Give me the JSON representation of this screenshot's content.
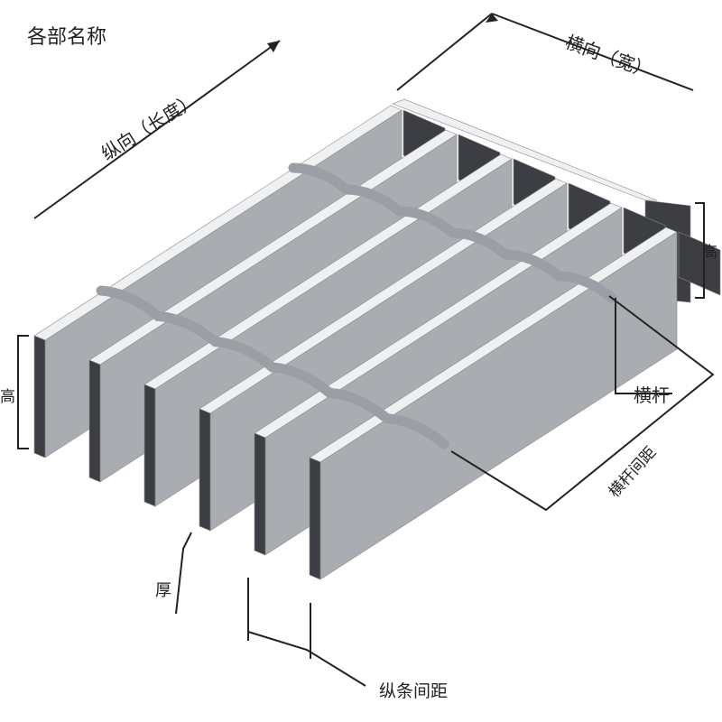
{
  "title": "各部名称",
  "labels": {
    "length": "纵向（长度）",
    "width": "横向（宽）",
    "height_right": "高",
    "height_left": "高",
    "cross_bar": "横杆",
    "cross_bar_spacing": "横杆间距",
    "thickness": "厚",
    "bearing_bar_spacing": "纵条间距"
  },
  "colors": {
    "bar_top": "#eef0f2",
    "bar_side": "#a9adb2",
    "bar_end": "#3c3e44",
    "cross_bar": "#9a9fa5",
    "line": "#222222"
  }
}
